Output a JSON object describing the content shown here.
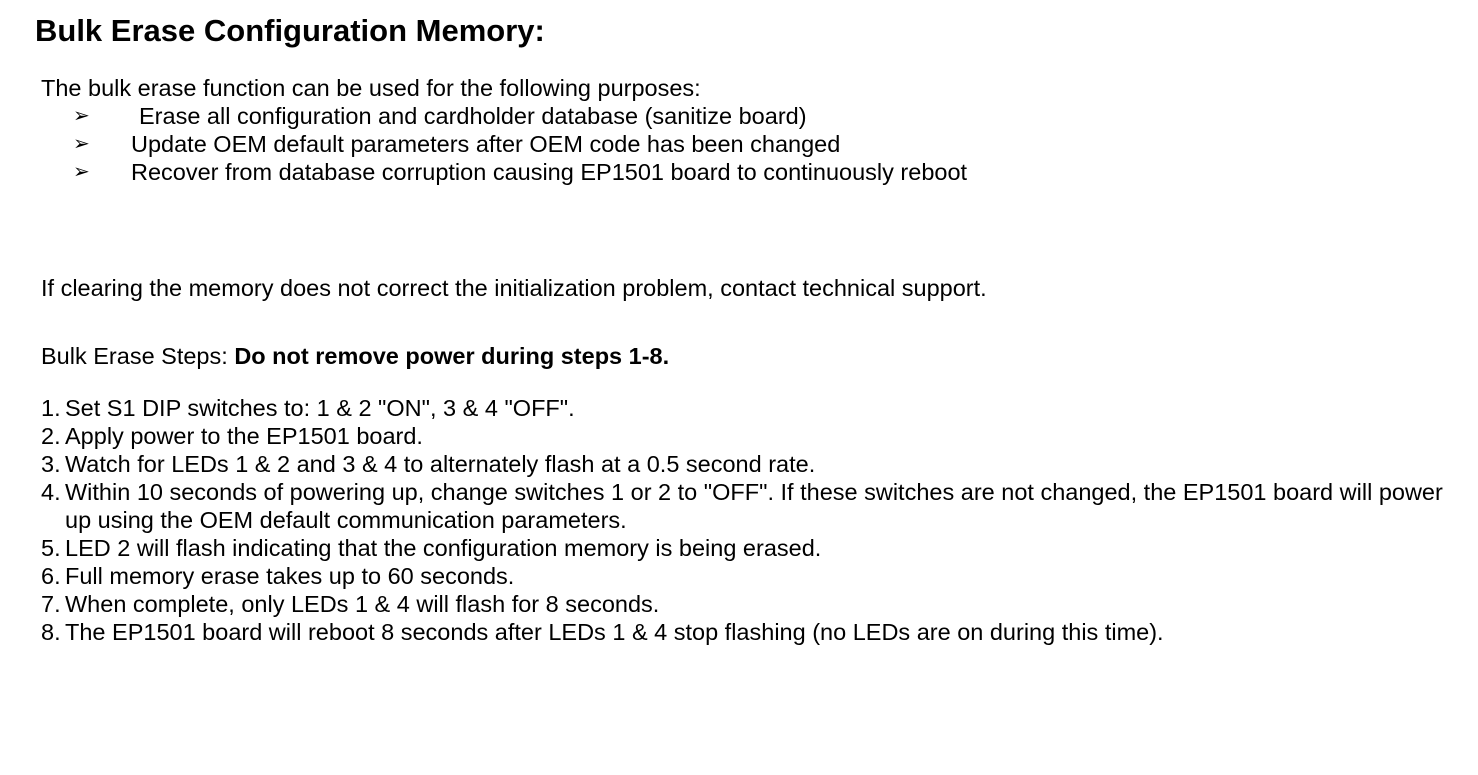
{
  "title": "Bulk Erase Configuration Memory:",
  "intro": "The bulk erase function can be used for the following purposes:",
  "bullet_icon": "arrowhead-bullet-icon",
  "bullets": [
    "Erase all configuration and cardholder database (sanitize board)",
    "Update OEM default parameters after OEM code has been changed",
    "Recover from database corruption causing EP1501 board to continuously reboot"
  ],
  "note": "If clearing the memory does not correct the initialization problem, contact technical support.",
  "steps_heading": {
    "label": "Bulk Erase Steps: ",
    "warning": "Do not remove power during steps 1-8."
  },
  "steps": [
    {
      "num": "1.",
      "text": "Set S1 DIP switches to: 1 & 2 \"ON\", 3 & 4 \"OFF\"."
    },
    {
      "num": "2.",
      "text": "Apply power to the EP1501 board."
    },
    {
      "num": "3.",
      "text": "Watch for LEDs 1 & 2 and 3 & 4 to alternately flash at a 0.5 second rate."
    },
    {
      "num": "4.",
      "text": "Within 10 seconds of powering up, change switches 1 or 2 to \"OFF\".  If these switches are not changed, the EP1501 board will power up using the OEM default communication parameters."
    },
    {
      "num": "5.",
      "text": "LED 2 will flash indicating that the configuration memory is being erased."
    },
    {
      "num": "6.",
      "text": "Full memory erase takes up to 60 seconds."
    },
    {
      "num": "7.",
      "text": "When complete, only LEDs 1 & 4 will flash for 8 seconds."
    },
    {
      "num": "8.",
      "text": "The EP1501 board will reboot 8 seconds after LEDs 1 & 4 stop flashing (no LEDs are on during this time)."
    }
  ]
}
